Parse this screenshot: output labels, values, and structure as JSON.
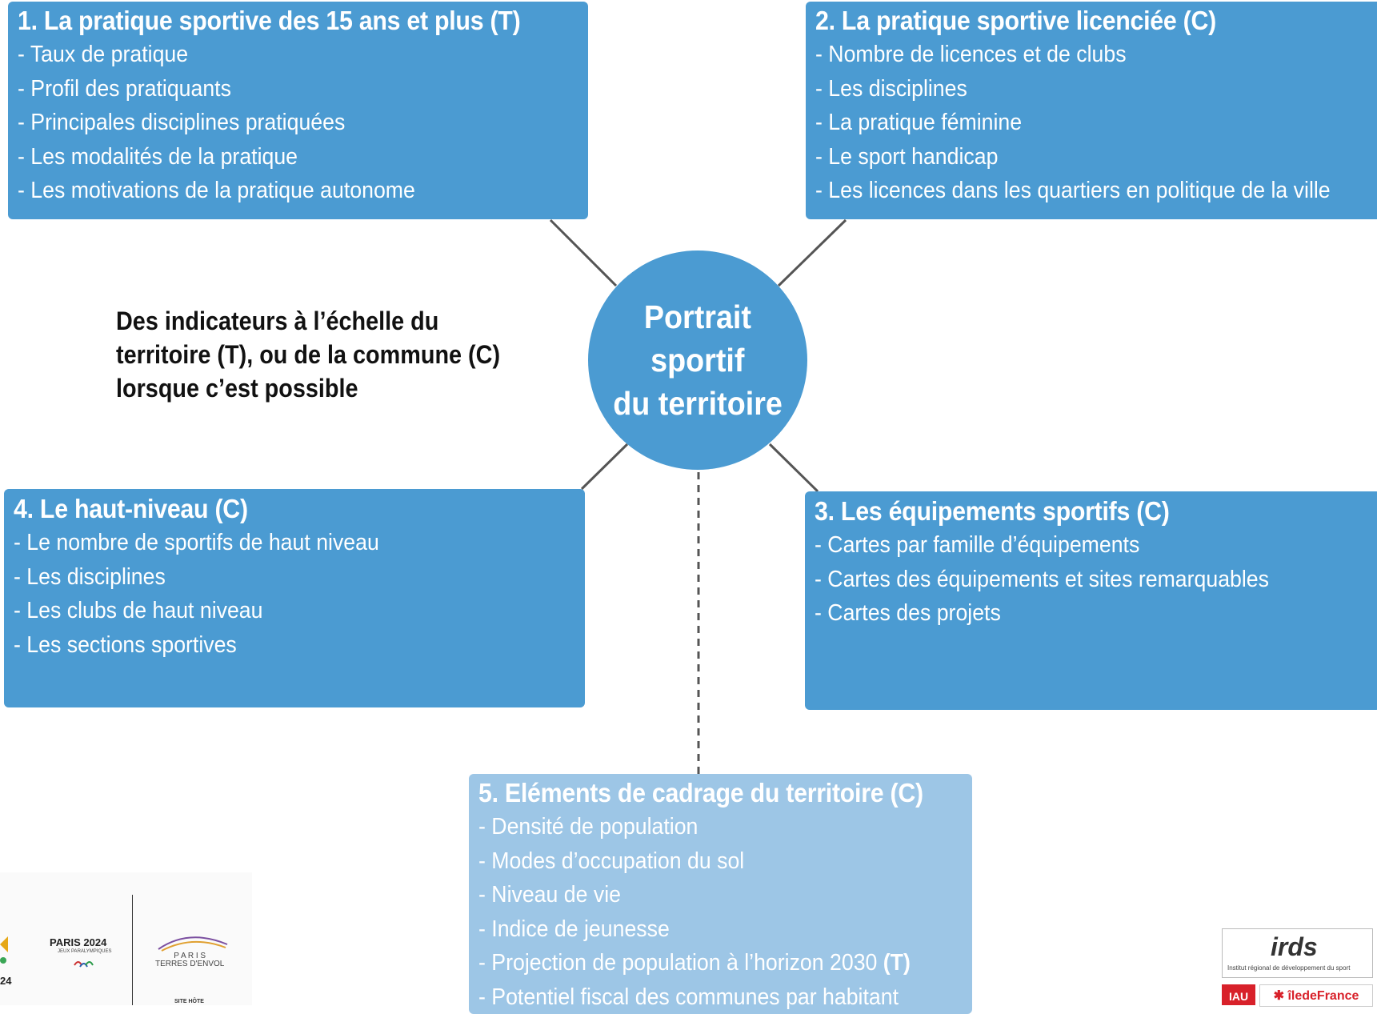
{
  "hub": {
    "lines": [
      "Portrait",
      "sportif",
      "du territoire"
    ]
  },
  "note": {
    "lines": [
      "Des indicateurs à l’échelle du",
      "territoire (T), ou de la commune (C)",
      "lorsque c’est possible"
    ]
  },
  "boxes": [
    {
      "title": "1. La pratique sportive des 15 ans et plus (T)",
      "items": [
        "Taux de pratique",
        "Profil des pratiquants",
        "Principales disciplines pratiquées",
        "Les modalités de la pratique",
        "Les motivations de la pratique autonome"
      ]
    },
    {
      "title": "2. La pratique sportive licenciée (C)",
      "items": [
        "Nombre de licences et de clubs",
        "Les disciplines",
        "La pratique féminine",
        "Le sport handicap",
        "Les licences dans les quartiers en politique de la ville"
      ]
    },
    {
      "title": "3. Les équipements sportifs (C)",
      "items": [
        "Cartes par famille d’équipements",
        "Cartes des équipements et sites remarquables",
        "Cartes des projets"
      ]
    },
    {
      "title": "4. Le haut-niveau (C)",
      "items": [
        "Le nombre de sportifs de haut niveau",
        "Les disciplines",
        "Les clubs de haut niveau",
        "Les sections sportives"
      ]
    },
    {
      "title": "5. Eléments de cadrage du territoire (C)",
      "items": [
        "Densité de population",
        "Modes d’occupation du sol",
        "Niveau de vie",
        "Indice de jeunesse",
        "Projection de population à l’horizon 2030",
        "Potentiel fiscal des communes par habitant"
      ],
      "item5_suffix": "(T)"
    }
  ],
  "logos": {
    "paris2024": "PARIS 2024",
    "paralympic": "JEUX PARALYMPIQUES",
    "terres_line1": "P A R I S",
    "terres_line2": "TERRES D'ENVOL",
    "site_hote": "SITE HÔTE",
    "left_num": "24",
    "irds": "irds",
    "irds_sub": "Institut régional de développement du sport",
    "iau": "IAU",
    "idf": "✱ îledeFrance"
  },
  "colors": {
    "box": "#4b9bd2",
    "box_light": "#9dc6e6",
    "connector": "#555555"
  }
}
